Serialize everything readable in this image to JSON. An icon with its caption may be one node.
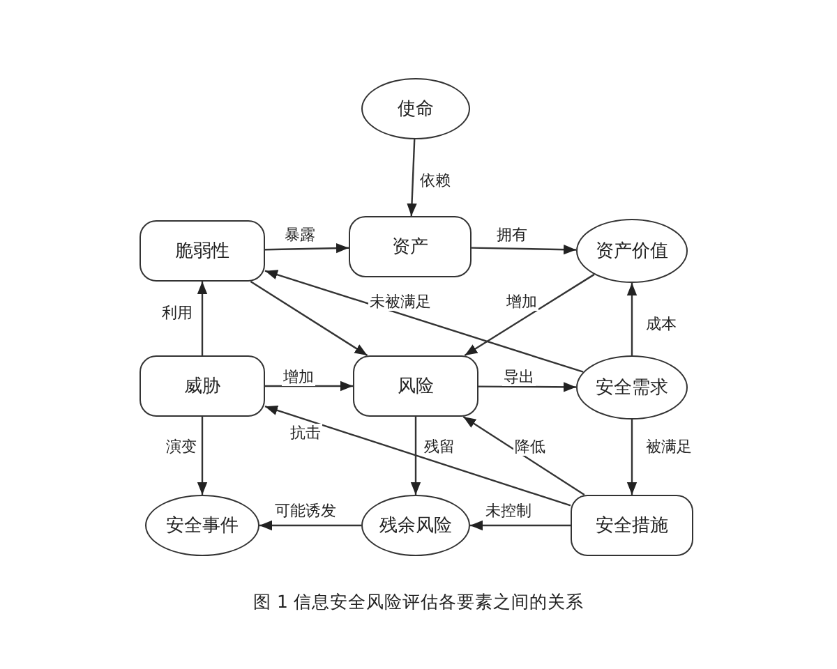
{
  "diagram": {
    "caption": "图 1 信息安全风险评估各要素之间的关系",
    "nodes": [
      {
        "text": [
          "使命"
        ]
      },
      {
        "text": [
          "脆弱性"
        ]
      },
      {
        "text": [
          "资产"
        ]
      },
      {
        "text": [
          "资产价值"
        ]
      },
      {
        "text": [
          "威胁"
        ]
      },
      {
        "text": [
          "风险"
        ]
      },
      {
        "text": [
          "安全需求"
        ]
      },
      {
        "text": [
          "安全事件"
        ]
      },
      {
        "text": [
          "残余风险"
        ]
      },
      {
        "text": [
          "安全措施"
        ]
      }
    ],
    "edges": [
      {
        "from": 0,
        "to": 2,
        "arrow": "to",
        "label": "依赖"
      },
      {
        "from": 1,
        "to": 2,
        "arrow": "to",
        "label": "暴露"
      },
      {
        "from": 2,
        "to": 3,
        "arrow": "to",
        "label": "拥有"
      },
      {
        "from": 6,
        "to": 1,
        "arrow": "to",
        "label": "未被满足"
      },
      {
        "from": 1,
        "to": 5,
        "arrow": "to"
      },
      {
        "from": 3,
        "to": 5,
        "arrow": "to",
        "label": "增加"
      },
      {
        "from": 4,
        "to": 1,
        "arrow": "to",
        "label": "利用"
      },
      {
        "from": 4,
        "to": 5,
        "arrow": "to",
        "label": "增加"
      },
      {
        "from": 5,
        "to": 6,
        "arrow": "to",
        "label": "导出"
      },
      {
        "from": 6,
        "to": 3,
        "arrow": "to",
        "label": "成本"
      },
      {
        "from": 6,
        "to": 9,
        "arrow": "to",
        "label": "被满足"
      },
      {
        "from": 9,
        "to": 5,
        "arrow": "to",
        "label": "降低"
      },
      {
        "from": 9,
        "to": 4,
        "arrow": "to",
        "label": "抗击"
      },
      {
        "from": 4,
        "to": 7,
        "arrow": "to",
        "label": "演变"
      },
      {
        "from": 5,
        "to": 8,
        "arrow": "to",
        "label": "残留"
      },
      {
        "from": 9,
        "to": 8,
        "arrow": "to",
        "label": "未控制"
      },
      {
        "from": 8,
        "to": 7,
        "arrow": "to",
        "label": "可能诱发"
      }
    ]
  }
}
